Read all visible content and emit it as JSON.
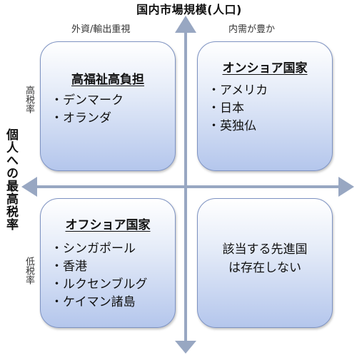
{
  "axes": {
    "vertical_title": "国内市場規模(人口)",
    "top_left_label": "外資/輸出重視",
    "top_right_label": "内需が豊か",
    "horizontal_title": "個人への最高税率",
    "high_label": "高税率",
    "low_label": "低税率"
  },
  "quadrants": {
    "top_left": {
      "title": "高福祉高負担",
      "items": [
        "デンマーク",
        "オランダ"
      ]
    },
    "top_right": {
      "title": "オンショア国家",
      "items": [
        "アメリカ",
        "日本",
        "英独仏"
      ]
    },
    "bottom_left": {
      "title": "オフショア国家",
      "items": [
        "シンガポール",
        "香港",
        "ルクセンブルグ",
        "ケイマン諸島"
      ]
    },
    "bottom_right": {
      "text_lines": [
        "該当する先進国",
        "は存在しない"
      ]
    }
  },
  "colors": {
    "arrow": "#98a7c2",
    "box_border": "#7d92c2",
    "box_gradient_bottom": "#b4c6ec"
  }
}
